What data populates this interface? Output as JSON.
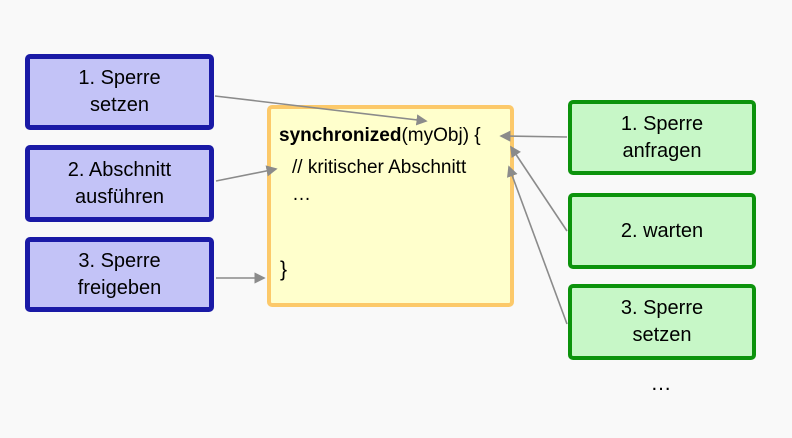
{
  "diagram_title_implicit": "synchronized block locking steps",
  "left_boxes": [
    {
      "line1": "1. Sperre",
      "line2": "setzen"
    },
    {
      "line1": "2. Abschnitt",
      "line2": "ausführen"
    },
    {
      "line1": "3. Sperre",
      "line2": "freigeben"
    }
  ],
  "right_boxes": [
    {
      "line1": "1. Sperre",
      "line2": "anfragen"
    },
    {
      "line1": "2. warten"
    },
    {
      "line1": "3. Sperre",
      "line2": "setzen"
    }
  ],
  "code_block": {
    "keyword": "synchronized",
    "line1_rest": "(myObj) {",
    "line2": "// kritischer Abschnitt",
    "line3": "…",
    "line4": "}"
  },
  "bottom_ellipsis": "…",
  "colors": {
    "canvas_bg": "#f9f9f9",
    "purple_fill": "#c3c3f7",
    "purple_border": "#1a1aa6",
    "green_fill": "#c7f7c7",
    "green_border": "#0c930c",
    "yellow_fill": "#ffffcc",
    "yellow_border": "#fcc96a",
    "arrow": "#8b8b8b",
    "text": "#000000"
  }
}
